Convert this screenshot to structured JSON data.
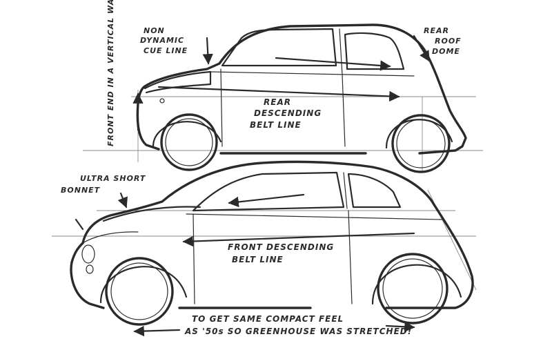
{
  "annotations": {
    "non_dynamic_line_1": "NON",
    "non_dynamic_line_2": "DYNAMIC",
    "non_dynamic_line_3": "CUE LINE",
    "rear_roof_line_1": "REAR",
    "rear_roof_line_2": "ROOF",
    "rear_roof_line_3": "DOME",
    "front_end_vertical": "FRONT END IN A VERTICAL WALL",
    "rear_belt_line_1": "REAR",
    "rear_belt_line_2": "DESCENDING",
    "rear_belt_line_3": "BELT LINE",
    "ultra_short_line_1": "ULTRA SHORT",
    "ultra_short_line_2": "BONNET",
    "front_belt_line_1": "FRONT DESCENDING",
    "front_belt_line_2": "BELT LINE",
    "bottom_line_1": "TO GET SAME COMPACT FEEL",
    "bottom_line_2": "AS '50s SO GREENHOUSE WAS STRETCHED!"
  },
  "colors": {
    "ink": "#2a2a2a",
    "guide": "#8a8a8a",
    "paper": "#ffffff"
  }
}
